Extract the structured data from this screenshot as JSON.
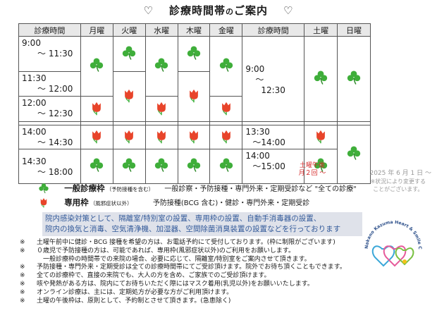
{
  "title": {
    "heart_left": "♡",
    "main": "診療時間帯",
    "particle": "の",
    "rest": "ご案内",
    "heart_right": "♡"
  },
  "table": {
    "headers": [
      "診療時間",
      "月曜",
      "火曜",
      "水曜",
      "木曜",
      "金曜",
      "診療時間",
      "土曜",
      "日曜"
    ],
    "morning_times": [
      {
        "line1": "9:00",
        "line2": "～ 11:30"
      },
      {
        "line1": "11:30",
        "line2": "～ 12:00"
      },
      {
        "line1": "12:00",
        "line2": "～ 12:30"
      }
    ],
    "afternoon_times": [
      {
        "line1": "14:00",
        "line2": "～ 14:30"
      },
      {
        "line1": "14:30",
        "line2": "～ 18:00"
      }
    ],
    "sat_times": [
      {
        "line1": "9:00",
        "line2": "～",
        "line3": "12:30"
      },
      {
        "line1": "13:30",
        "line2": "～14:00"
      },
      {
        "line1": "14:00",
        "line2": "～15:00"
      }
    ],
    "sat_note": {
      "line1": "土曜午後",
      "line2": "月２回 ～"
    }
  },
  "date": "2025 年 6 月 1 日 ～",
  "date_note": {
    "line1": "※状況により変更する",
    "line2": "ことがございます。"
  },
  "legend": [
    {
      "icon": "clover-icon",
      "label": "一般診療枠",
      "sub": "（予防接種を含む）",
      "desc": "一般診察・予防接種・専門外来・定期受診など \"全ての診療\""
    },
    {
      "icon": "tulip-icon",
      "label": "専用枠",
      "sub": "（風邪症状以外）",
      "desc": "予防接種(BCG 含む)・健診・専門外来・定期受診"
    }
  ],
  "info": {
    "line1": "院内感染対策として、隔離室/特別室の設置、専用枠の設置、自動手消毒器の設置、",
    "line2": "院内の換気と消毒、空気清浄機、加湿器、空間除菌消臭装置の設置などを行っております"
  },
  "notes": [
    {
      "mark": "※",
      "text": "土曜午前中に健診・BCG 接種を希望の方は、お電話予約にて受付しております。(枠に制限がございます)"
    },
    {
      "mark": "※",
      "text": "０歳児で予防接種の方は、可能であれば、専用枠(風邪症状以外)のご利用をお願いします。"
    },
    {
      "mark": "",
      "text": "　一般診療枠の時間帯での来院の場合、必要に応じて、隔離室/特別室をご案内させて頂きます。"
    },
    {
      "mark": "※",
      "text": "予防接種・専門外来・定期受診は全ての診療時間帯にてご受診頂けます。院外でお待ち頂くこともできます。"
    },
    {
      "mark": "※",
      "text": "全ての診療枠で、直接の来院でも、大人の方を含め、ご家族でのご受診頂けます。"
    },
    {
      "mark": "※",
      "text": "咳や発熱がある方は、院内にてお待ちいただく際にはマスク着用(乳児以外)をお願いいたします。"
    },
    {
      "mark": "※",
      "text": "オンライン診療は、主には、定期処方が必要な方がご利用頂けます。"
    },
    {
      "mark": "※",
      "text": "土曜の午後枠は、原則として、予約制とさせて頂きます。(急患除く)"
    }
  ],
  "logo": {
    "arc_text": "Nakano Kazuma Heart & Smile Clinic"
  },
  "colors": {
    "clover": "#3fae3a",
    "tulip": "#e8442a",
    "info_bg": "#dfe2ea",
    "info_text": "#335a9a",
    "sat_note": "#d62b2b"
  }
}
